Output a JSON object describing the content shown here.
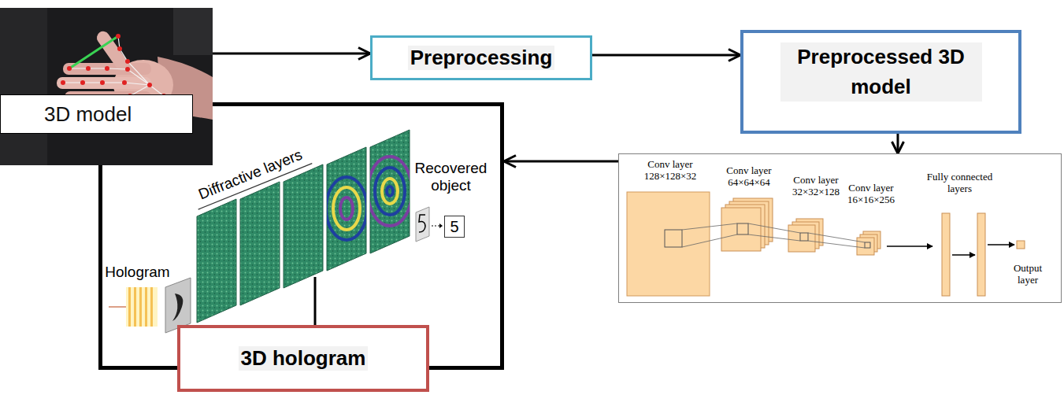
{
  "diagram": {
    "nodes": [
      {
        "text": [
          "3D model"
        ]
      },
      {
        "text": [
          "Preprocessing"
        ]
      },
      {
        "text": [
          "Preprocessed 3D model"
        ]
      },
      {
        "text": [
          "Conv layer 128×128×32",
          "Conv layer 64×64×64",
          "Conv layer 32×32×128",
          "Conv layer 16×16×256",
          "Fully connected layers",
          "Output layer"
        ]
      },
      {
        "text": [
          "Diffractive layers",
          "Hologram",
          "Recovered object",
          "5"
        ]
      },
      {
        "text": [
          "3D hologram"
        ]
      }
    ],
    "edges": [
      {
        "from": 0,
        "to": 1,
        "arrow": "to"
      },
      {
        "from": 1,
        "to": 2,
        "arrow": "to"
      },
      {
        "from": 2,
        "to": 3,
        "arrow": "to"
      },
      {
        "from": 3,
        "to": 4,
        "arrow": "to"
      }
    ]
  }
}
